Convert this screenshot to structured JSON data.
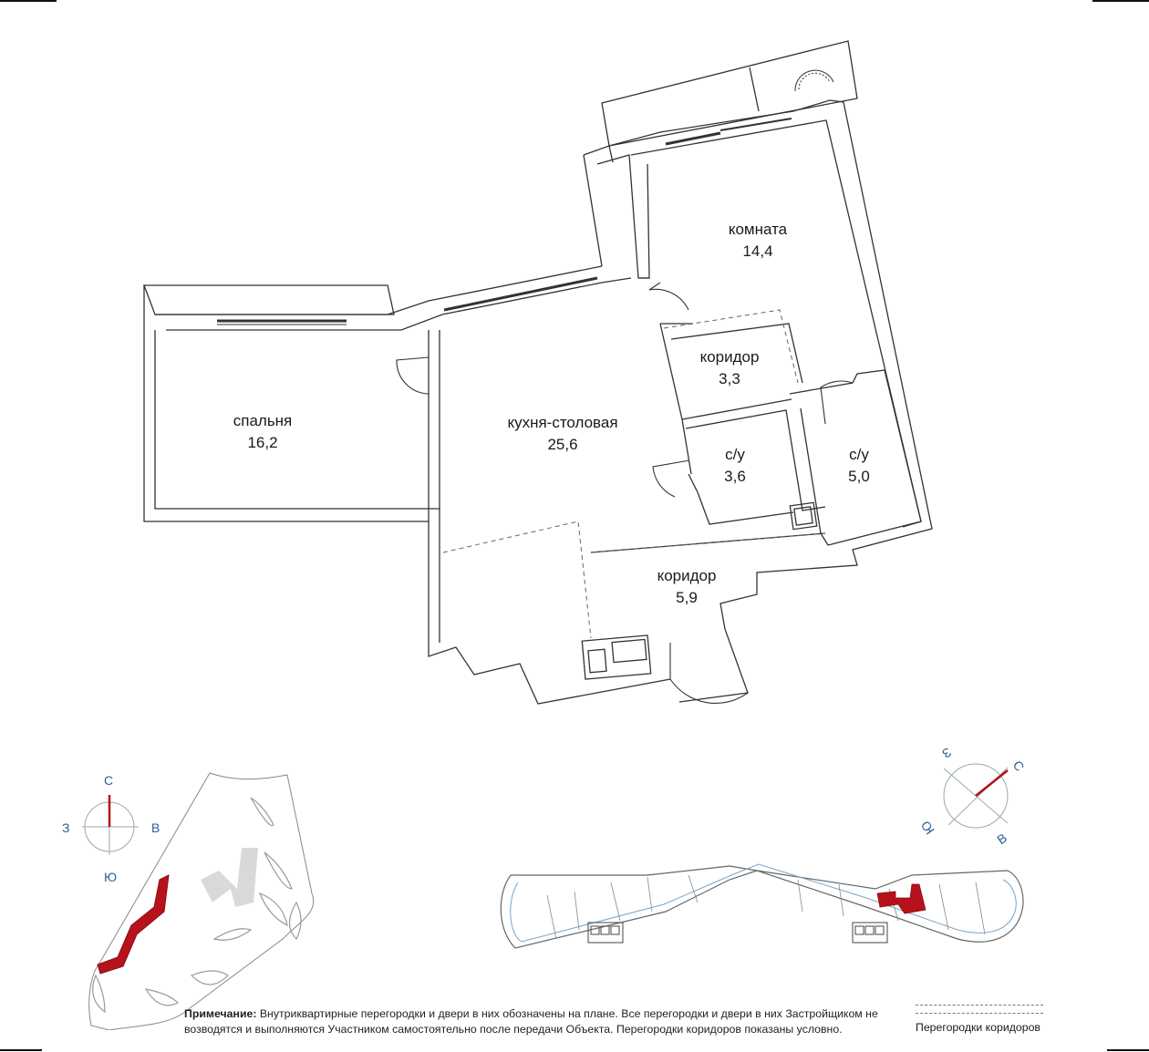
{
  "rooms": [
    {
      "name": "комната",
      "area": "14,4"
    },
    {
      "name": "коридор",
      "area": "3,3"
    },
    {
      "name": "спальня",
      "area": "16,2"
    },
    {
      "name": "кухня-столовая",
      "area": "25,6"
    },
    {
      "name": "с/у",
      "area": "3,6"
    },
    {
      "name": "с/у",
      "area": "5,0"
    },
    {
      "name": "коридор",
      "area": "5,9"
    }
  ],
  "compass_site": {
    "n": "С",
    "e": "В",
    "s": "Ю",
    "w": "З"
  },
  "compass_building": {
    "n": "С",
    "e": "В",
    "s": "Ю",
    "w": "З"
  },
  "note": {
    "label": "Примечание:",
    "text": "Внутриквартирные перегородки и двери в них обозначены на плане. Все перегородки и двери в них Застройщиком не возводятся и выполняются Участником самостоятельно после передачи Объекта. Перегородки коридоров показаны условно."
  },
  "legend": {
    "label": "Перегородки коридоров"
  },
  "colors": {
    "highlight": "#b5121b",
    "compass": "#2a5d9c",
    "wall": "#333333"
  }
}
